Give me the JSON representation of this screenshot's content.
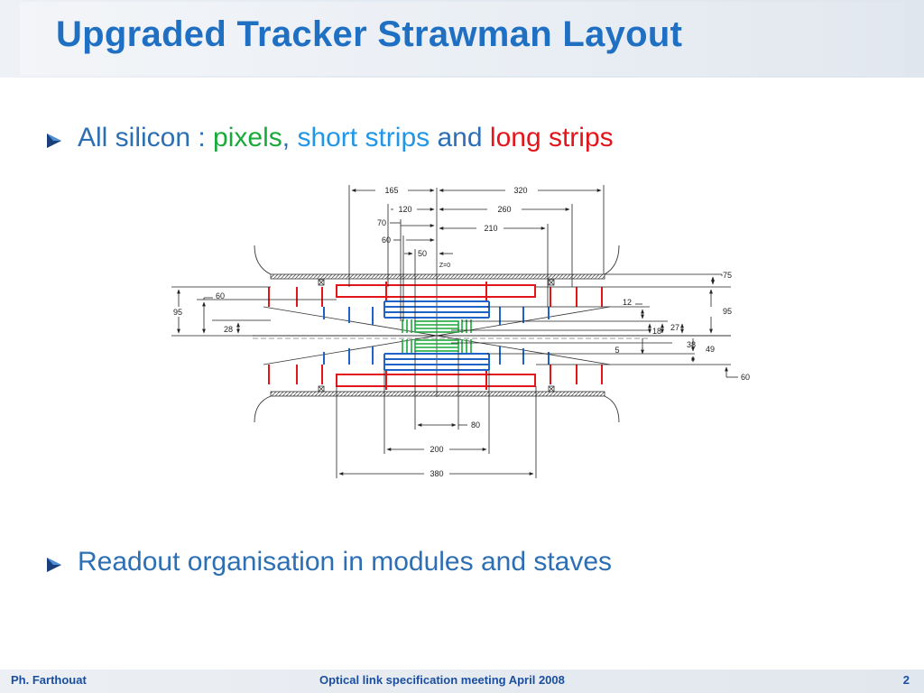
{
  "slide": {
    "title": "Upgraded Tracker Strawman Layout",
    "bullet1": {
      "prefix": "All silicon : ",
      "pixels": "pixels",
      "comma": ",",
      "short_strips": "short strips",
      "and": "and",
      "long_strips": "long strips"
    },
    "bullet2": "Readout organisation in modules and staves"
  },
  "colors": {
    "title": "#1f6fc3",
    "text": "#2d6fb4",
    "pixels": "#1aaa3a",
    "short_strips": "#2196e6",
    "long_strips": "#e4141b"
  },
  "diagram": {
    "dims_top": [
      "165",
      "320",
      "120",
      "260",
      "70",
      "210",
      "60",
      "50"
    ],
    "z_label": "Z=0",
    "dims_left": [
      "60",
      "95",
      "28"
    ],
    "dims_right": [
      "75",
      "12",
      "95",
      "18",
      "27",
      "38",
      "49",
      "5",
      "60"
    ],
    "dims_bottom": [
      "80",
      "200",
      "380"
    ]
  },
  "footer": {
    "author": "Ph. Farthouat",
    "meeting": "Optical link specification meeting April 2008",
    "page": "2"
  }
}
